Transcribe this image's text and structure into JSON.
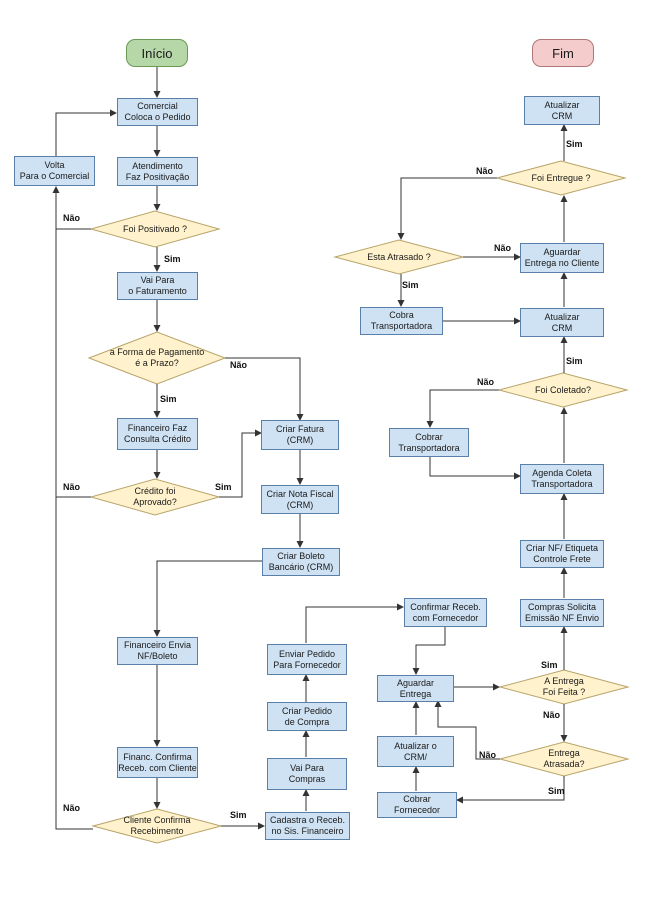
{
  "terminals": {
    "start": "Início",
    "end": "Fim"
  },
  "process": {
    "comercial": "Comercial\nColoca o Pedido",
    "volta": "Volta\nPara o Comercial",
    "atendimento": "Atendimento\nFaz Positivação",
    "faturamento": "Vai Para\no Faturamento",
    "financeiro_consulta": "Financeiro Faz\nConsulta  Crédito",
    "criar_fatura": "Criar Fatura\n(CRM)",
    "criar_nota": "Criar Nota Fiscal\n(CRM)",
    "criar_boleto": "Criar Boleto\nBancário (CRM)",
    "fin_envia": "Financeiro Envia\nNF/Boleto",
    "fin_confirma": "Financ. Confirma\nReceb. com Cliente",
    "cadastra": "Cadastra o Receb.\nno Sis. Financeiro",
    "vai_compras": "Vai Para\nCompras",
    "criar_pedido": "Criar Pedido\nde Compra",
    "enviar_pedido": "Enviar Pedido\nPara Fornecedor",
    "confirmar_receb": "Confirmar Receb.\ncom Fornecedor",
    "aguardar_entrega": "Aguardar\nEntrega",
    "atualizar_crm_mid": "Atualizar o\nCRM/",
    "cobrar_fornecedor": "Cobrar\nFornecedor",
    "compras_solicita": "Compras Solicita\nEmissão NF Envio",
    "criar_nf_etiqueta": "Criar NF/ Etiqueta\nControle Frete",
    "agenda_coleta": "Agenda Coleta\nTransportadora",
    "cobrar_transportadora": "Cobrar\nTransportadora",
    "atualizar_crm_2": "Atualizar\nCRM",
    "cobra_transportadora": "Cobra\nTransportadora",
    "aguardar_cliente": "Aguardar\nEntrega no Cliente",
    "atualizar_crm_top": "Atualizar\nCRM"
  },
  "decisions": {
    "foi_positivado": "Foi Positivado ?",
    "forma_pagamento": "a Forma de Pagamento\né a Prazo?",
    "credito_aprovado": "Crédito foi\nAprovado?",
    "cliente_confirma": "Cliente Confirma\nRecebimento",
    "entrega_feita": "A Entrega\nFoi Feita ?",
    "entrega_atrasada": "Entrega\nAtrasada?",
    "foi_coletado": "Foi Coletado?",
    "esta_atrasado": "Esta Atrasado ?",
    "foi_entregue": "Foi Entregue ?"
  },
  "labels": {
    "sim": "Sim",
    "nao": "Não"
  },
  "colors": {
    "process_fill": "#cfe2f3",
    "decision_fill": "#fff2cc",
    "start_fill": "#b6d7a8",
    "end_fill": "#f4cccc",
    "line": "#333333"
  }
}
